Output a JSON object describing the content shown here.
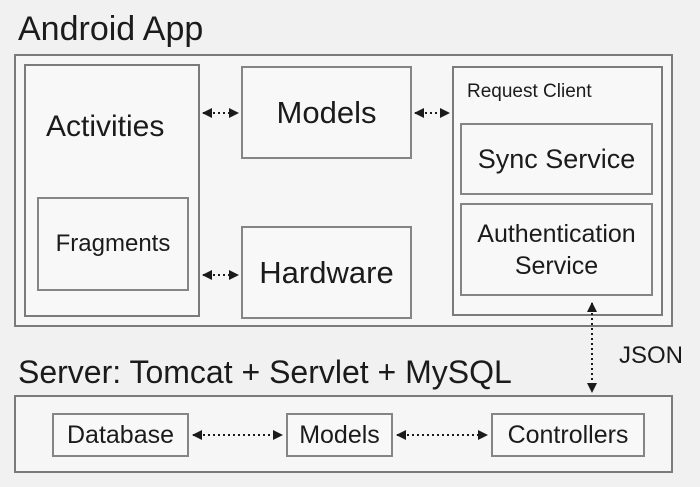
{
  "android": {
    "title": "Android App",
    "activities": "Activities",
    "fragments": "Fragments",
    "models": "Models",
    "hardware": "Hardware",
    "request_client": "Request Client",
    "sync_service": "Sync Service",
    "authentication_service_line1": "Authentication",
    "authentication_service_line2": "Service"
  },
  "link_label": "JSON",
  "server": {
    "title": "Server: Tomcat + Servlet + MySQL",
    "database": "Database",
    "models": "Models",
    "controllers": "Controllers"
  }
}
